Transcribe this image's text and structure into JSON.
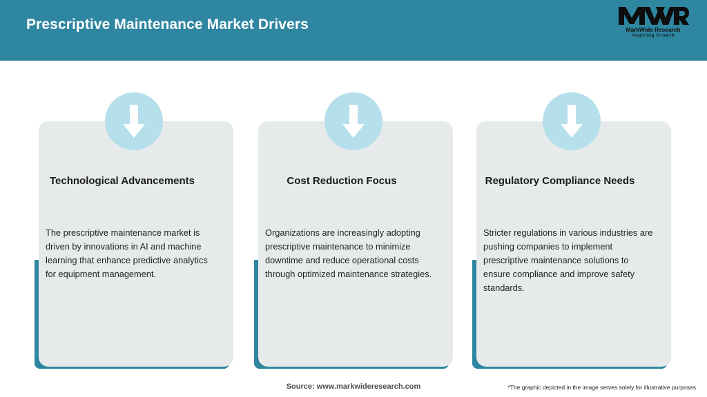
{
  "header": {
    "title": "Prescriptive Maintenance Market Drivers",
    "bg_color": "#2e86a0",
    "title_color": "#ffffff",
    "logo": {
      "mark": "MWR",
      "name": "MarkWide Research",
      "tagline": "Inspiring Growth"
    }
  },
  "theme": {
    "accent_teal": "#2e86a0",
    "icon_circle": "#b5dfeb",
    "card_bg": "#e6eaeb",
    "page_bg": "#ffffff"
  },
  "cards": [
    {
      "icon": "arrow-down-icon",
      "title": "Technological Advancements",
      "body": "The prescriptive maintenance market is driven by innovations in AI and machine learning that enhance predictive analytics for equipment management."
    },
    {
      "icon": "arrow-down-icon",
      "title": "Cost Reduction Focus",
      "body": "Organizations are increasingly adopting prescriptive maintenance to minimize downtime and reduce operational costs through optimized maintenance strategies."
    },
    {
      "icon": "arrow-down-icon",
      "title": "Regulatory Compliance Needs",
      "body": "Stricter regulations in various industries are pushing companies to implement prescriptive maintenance solutions to ensure compliance and improve safety standards."
    }
  ],
  "footer": {
    "source": "Source: www.markwideresearch.com",
    "disclaimer": "*The graphic depicted in the image serves solely for illustrative purposes"
  }
}
